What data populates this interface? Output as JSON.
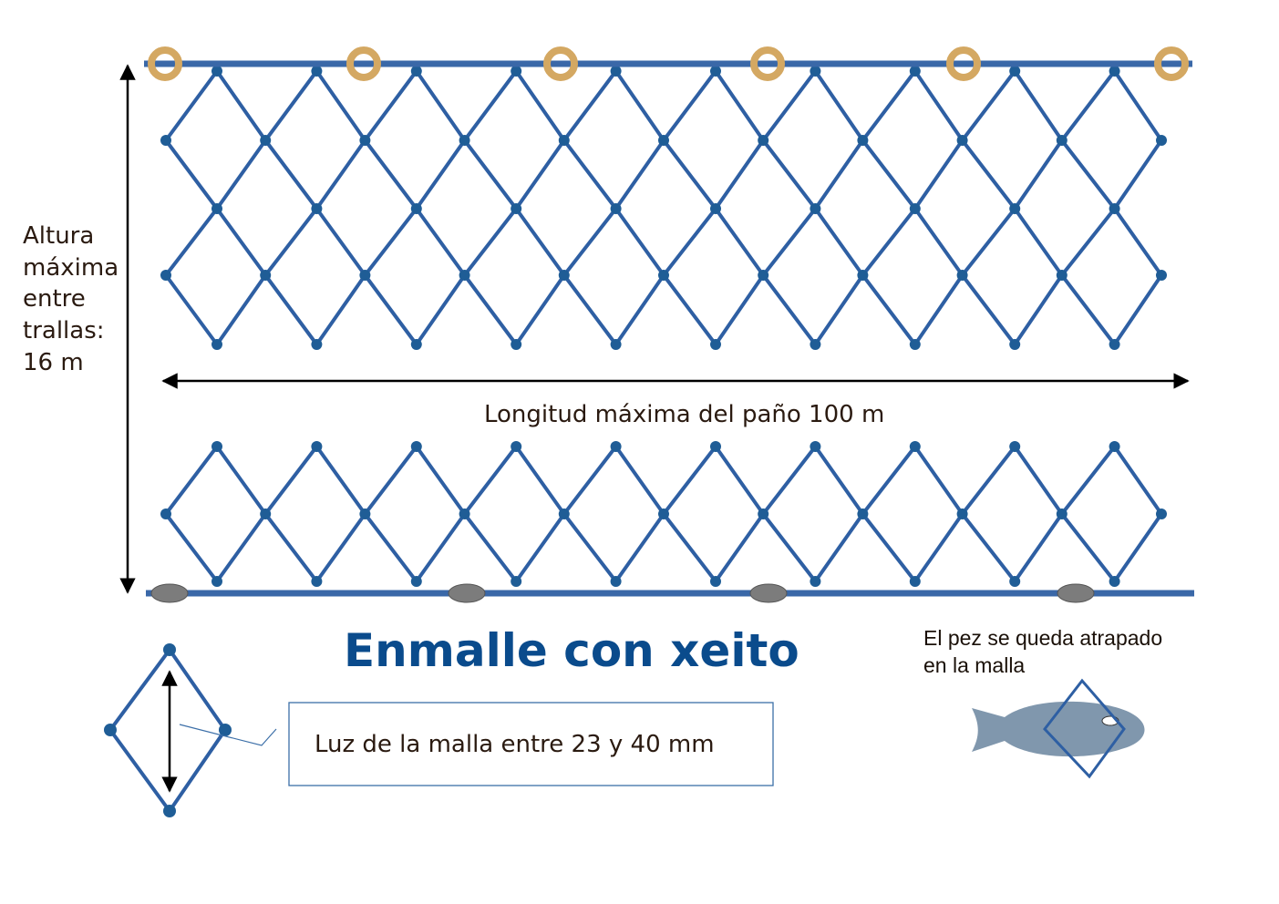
{
  "title": "Enmalle con xeito",
  "height_label": [
    "Altura",
    "máxima",
    "entre",
    "trallas:",
    "16 m"
  ],
  "length_label": "Longitud máxima del paño 100 m",
  "mesh_label": "Luz de la malla entre 23 y 40 mm",
  "fish_caption": [
    "El pez se queda atrapado",
    "en la malla"
  ],
  "colors": {
    "rope": "#3a68a8",
    "net": "#2e5fa3",
    "knot": "#1f5d96",
    "float": "#d4a862",
    "sinker": "#7c7c7c",
    "fish": "#8097ad",
    "title": "#0a4b8c",
    "box_border": "#3c6fa8"
  }
}
